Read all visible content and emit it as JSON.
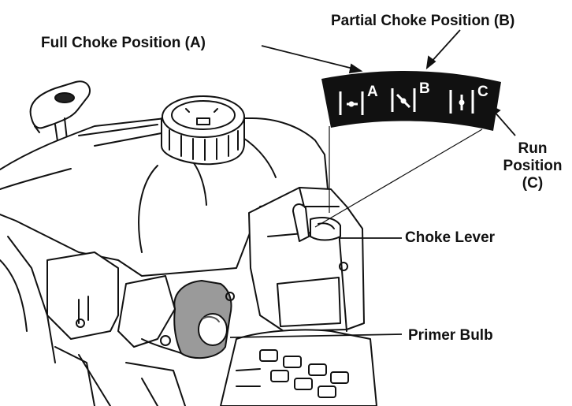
{
  "labels": {
    "partial_choke": "Partial Choke Position (B)",
    "full_choke": "Full Choke Position (A)",
    "run_position_line1": "Run",
    "run_position_line2": "Position",
    "run_position_line3": "(C)",
    "choke_lever": "Choke Lever",
    "primer_bulb": "Primer Bulb"
  },
  "choke_plate": {
    "letter_a": "A",
    "letter_b": "B",
    "letter_c": "C"
  }
}
